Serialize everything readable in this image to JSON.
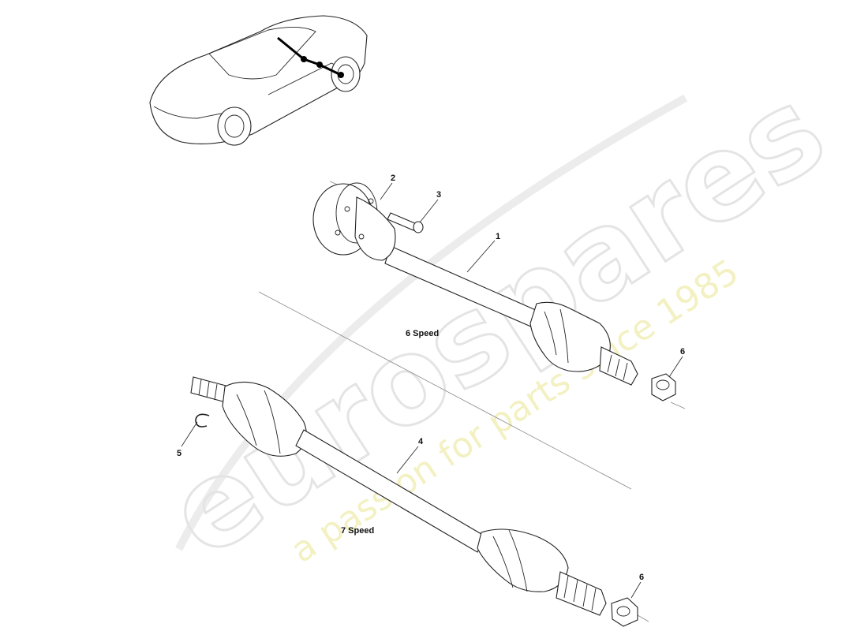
{
  "watermark": {
    "brand": "eurospares",
    "tagline": "a passion for parts since 1985"
  },
  "callouts": {
    "c1": "1",
    "c2": "2",
    "c3": "3",
    "c4": "4",
    "c5": "5",
    "c6a": "6",
    "c6b": "6"
  },
  "variants": {
    "six_speed": "6 Speed",
    "seven_speed": "7 Speed"
  }
}
